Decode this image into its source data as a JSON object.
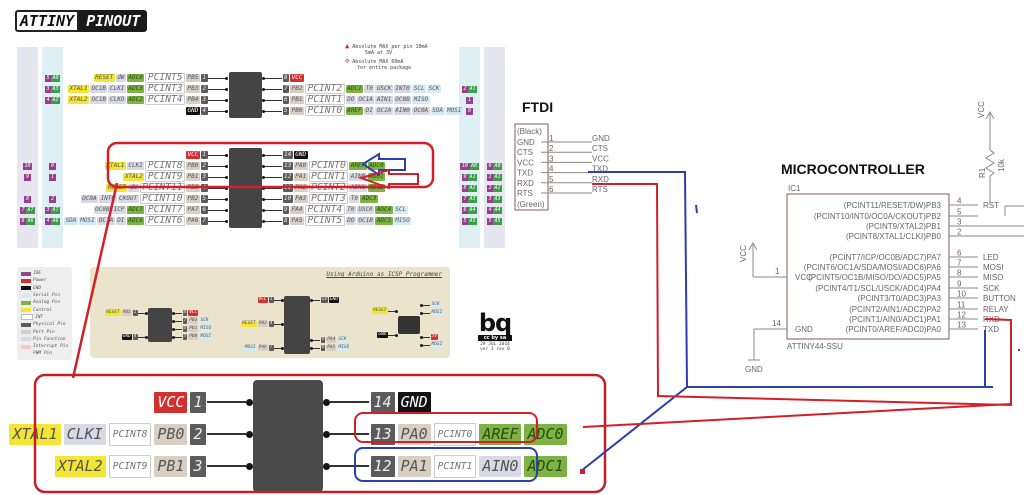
{
  "logo": {
    "left": "ATTINY",
    "right": "PINOUT"
  },
  "warnings": {
    "pin_max": "Absolute MAX per pin 10mA",
    "pin_max_3v": "5mA at 3V",
    "pkg_max": "Absolute MAX 60mA",
    "pkg_max_2": "for entire package"
  },
  "attiny85": {
    "left": [
      [
        [
          "ctrl",
          "RESET"
        ],
        [
          "func",
          "dW"
        ],
        [
          "analog",
          "ADC0"
        ],
        [
          "pcint",
          "PCINT5"
        ],
        [
          "port",
          "PB5"
        ],
        [
          "pin",
          "1"
        ]
      ],
      [
        [
          "ctrl",
          "XTAL1"
        ],
        [
          "func",
          "OC1B"
        ],
        [
          "func",
          "CLKI"
        ],
        [
          "analog",
          "ADC3"
        ],
        [
          "pcint",
          "PCINT3"
        ],
        [
          "port",
          "PB3"
        ],
        [
          "pin",
          "2"
        ]
      ],
      [
        [
          "ctrl",
          "XTAL2"
        ],
        [
          "func",
          "OC1B"
        ],
        [
          "func",
          "CLKO"
        ],
        [
          "analog",
          "ADC2"
        ],
        [
          "pcint",
          "PCINT4"
        ],
        [
          "port",
          "PB4"
        ],
        [
          "pin",
          "3"
        ]
      ],
      [
        [
          "gnd",
          "GND"
        ],
        [
          "pin",
          "4"
        ]
      ]
    ],
    "right": [
      [
        [
          "pin",
          "8"
        ],
        [
          "power",
          "VCC"
        ]
      ],
      [
        [
          "pin",
          "7"
        ],
        [
          "port",
          "PB2"
        ],
        [
          "pcint",
          "PCINT2"
        ],
        [
          "analog",
          "ADC1"
        ],
        [
          "func",
          "T0"
        ],
        [
          "func",
          "USCK"
        ],
        [
          "func",
          "INT0"
        ],
        [
          "serial",
          "SCL"
        ],
        [
          "serial",
          "SCK"
        ]
      ],
      [
        [
          "pin",
          "6"
        ],
        [
          "port",
          "PB1"
        ],
        [
          "pcint",
          "PCINT1"
        ],
        [
          "func",
          "DO"
        ],
        [
          "func",
          "OC1A"
        ],
        [
          "func",
          "AIN1"
        ],
        [
          "func",
          "OC0B"
        ],
        [
          "serial",
          "MISO"
        ]
      ],
      [
        [
          "pin",
          "5"
        ],
        [
          "port",
          "PB0"
        ],
        [
          "pcint",
          "PCINT0"
        ],
        [
          "analog",
          "AREF"
        ],
        [
          "func",
          "DI"
        ],
        [
          "func",
          "OC1A"
        ],
        [
          "func",
          "AIN0"
        ],
        [
          "func",
          "OC0A"
        ],
        [
          "serial",
          "SDA"
        ],
        [
          "serial",
          "MOSI"
        ]
      ]
    ]
  },
  "attiny84": {
    "left": [
      [
        [
          "power",
          "VCC"
        ],
        [
          "pin",
          "1"
        ]
      ],
      [
        [
          "ctrl",
          "XTAL1"
        ],
        [
          "func",
          "CLKI"
        ],
        [
          "pcint",
          "PCINT8"
        ],
        [
          "port",
          "PB0"
        ],
        [
          "pin",
          "2"
        ]
      ],
      [
        [
          "ctrl",
          "XTAL2"
        ],
        [
          "pcint",
          "PCINT9"
        ],
        [
          "port",
          "PB1"
        ],
        [
          "pin",
          "3"
        ]
      ],
      [
        [
          "ctrl",
          "RESET"
        ],
        [
          "func",
          "dW"
        ],
        [
          "pcint",
          "PCINT11"
        ],
        [
          "port",
          "PB3"
        ],
        [
          "pin",
          "4"
        ]
      ],
      [
        [
          "func",
          "OC0A"
        ],
        [
          "func",
          "INT0"
        ],
        [
          "func",
          "CKOUT"
        ],
        [
          "pcint",
          "PCINT10"
        ],
        [
          "port",
          "PB2"
        ],
        [
          "pin",
          "5"
        ]
      ],
      [
        [
          "func",
          "OC0B"
        ],
        [
          "func",
          "ICP"
        ],
        [
          "analog",
          "ADC7"
        ],
        [
          "pcint",
          "PCINT7"
        ],
        [
          "port",
          "PA7"
        ],
        [
          "pin",
          "6"
        ]
      ],
      [
        [
          "serial",
          "SDA"
        ],
        [
          "serial",
          "MOSI"
        ],
        [
          "func",
          "OC1A"
        ],
        [
          "func",
          "DI"
        ],
        [
          "analog",
          "ADC6"
        ],
        [
          "pcint",
          "PCINT6"
        ],
        [
          "port",
          "PA6"
        ],
        [
          "pin",
          "7"
        ]
      ]
    ],
    "right": [
      [
        [
          "pin",
          "14"
        ],
        [
          "gnd",
          "GND"
        ]
      ],
      [
        [
          "pin",
          "13"
        ],
        [
          "port",
          "PA0"
        ],
        [
          "pcint",
          "PCINT0"
        ],
        [
          "analog",
          "AREF"
        ],
        [
          "analog",
          "ADC0"
        ]
      ],
      [
        [
          "pin",
          "12"
        ],
        [
          "port",
          "PA1"
        ],
        [
          "pcint",
          "PCINT1"
        ],
        [
          "func",
          "AIN0"
        ],
        [
          "analog",
          "ADC1"
        ]
      ],
      [
        [
          "pin",
          "11"
        ],
        [
          "port",
          "PA2"
        ],
        [
          "pcint",
          "PCINT2"
        ],
        [
          "func",
          "AIN1"
        ],
        [
          "analog",
          "ADC2"
        ]
      ],
      [
        [
          "pin",
          "10"
        ],
        [
          "port",
          "PA3"
        ],
        [
          "pcint",
          "PCINT3"
        ],
        [
          "func",
          "T0"
        ],
        [
          "analog",
          "ADC3"
        ]
      ],
      [
        [
          "pin",
          "9"
        ],
        [
          "port",
          "PA4"
        ],
        [
          "pcint",
          "PCINT4"
        ],
        [
          "func",
          "T0"
        ],
        [
          "func",
          "USCK"
        ],
        [
          "analog",
          "ADC4"
        ],
        [
          "serial",
          "SCL"
        ]
      ],
      [
        [
          "pin",
          "8"
        ],
        [
          "port",
          "PA5"
        ],
        [
          "pcint",
          "PCINT5"
        ],
        [
          "func",
          "DO"
        ],
        [
          "func",
          "OC1B"
        ],
        [
          "analog",
          "ADC5"
        ],
        [
          "serial",
          "MISO"
        ]
      ]
    ]
  },
  "zoomed": {
    "left": [
      [
        [
          "power",
          "VCC"
        ],
        [
          "pin",
          "1"
        ]
      ],
      [
        [
          "ctrl",
          "XTAL1"
        ],
        [
          "func",
          "CLKI"
        ],
        [
          "pcint",
          "PCINT8"
        ],
        [
          "port",
          "PB0"
        ],
        [
          "pin",
          "2"
        ]
      ],
      [
        [
          "ctrl",
          "XTAL2"
        ],
        [
          "pcint",
          "PCINT9"
        ],
        [
          "port",
          "PB1"
        ],
        [
          "pin",
          "3"
        ]
      ]
    ],
    "right": [
      [
        [
          "pin",
          "14"
        ],
        [
          "gnd",
          "GND"
        ]
      ],
      [
        [
          "pin",
          "13"
        ],
        [
          "port",
          "PA0"
        ],
        [
          "pcint",
          "PCINT0"
        ],
        [
          "analog",
          "AREF"
        ],
        [
          "analog",
          "ADC0"
        ]
      ],
      [
        [
          "pin",
          "12"
        ],
        [
          "port",
          "PA1"
        ],
        [
          "pcint",
          "PCINT1"
        ],
        [
          "func",
          "AIN0"
        ],
        [
          "analog",
          "ADC1"
        ]
      ]
    ]
  },
  "arduino_pins": {
    "top_left": [
      [
        "5",
        "A0"
      ],
      [
        "3",
        "A3"
      ],
      [
        "4",
        "A2"
      ]
    ],
    "top_right": [
      [
        "2",
        "A1"
      ],
      [
        "1",
        ""
      ],
      [
        "0",
        ""
      ]
    ],
    "bot_left_1": [
      null,
      [
        "10",
        ""
      ],
      [
        "9",
        ""
      ],
      null,
      [
        "8",
        ""
      ],
      [
        "7",
        "A7"
      ],
      [
        "6",
        "A6"
      ]
    ],
    "bot_left_2": [
      null,
      [
        "0",
        ""
      ],
      [
        "1",
        ""
      ],
      null,
      [
        "2",
        ""
      ],
      [
        "3",
        "A7"
      ],
      [
        "4",
        "A6"
      ]
    ],
    "bot_right_1": [
      null,
      [
        "10",
        "A0"
      ],
      [
        "9",
        "A1"
      ],
      [
        "8",
        "A2"
      ],
      [
        "7",
        "A3"
      ],
      [
        "6",
        "A4"
      ],
      [
        "5",
        "A5"
      ]
    ],
    "bot_right_2": [
      null,
      [
        "0",
        "A0"
      ],
      [
        "1",
        "A1"
      ],
      [
        "2",
        "A2"
      ],
      [
        "3",
        "A3"
      ],
      [
        "4",
        "A4"
      ],
      [
        "5",
        "A5"
      ]
    ]
  },
  "legend": [
    {
      "label": "IDE",
      "color": "#8a4a8a"
    },
    {
      "label": "Power",
      "color": "#d32f2f"
    },
    {
      "label": "GND",
      "color": "#111111"
    },
    {
      "label": "Serial Pin",
      "color": "#d4eaf3"
    },
    {
      "label": "Analog Pin",
      "color": "#7cb342"
    },
    {
      "label": "Control",
      "color": "#f2e535"
    },
    {
      "label": "INT",
      "color": "#ffffff"
    },
    {
      "label": "Physical Pin",
      "color": "#5b5b5b"
    },
    {
      "label": "Port Pin",
      "color": "#d8cec4"
    },
    {
      "label": "Pin Function",
      "color": "#d9d9e6"
    },
    {
      "label": "Interrupt Pin",
      "color": "#f3c9c9"
    },
    {
      "label": "PWM Pin",
      "color": "#eeeeee"
    }
  ],
  "icsp": {
    "title": "Using Arduino as ICSP Programmer",
    "chip85_left": [
      [
        [
          "ctrl",
          "RESET"
        ],
        [
          "port",
          "PB5"
        ],
        [
          "pin",
          "1"
        ]
      ],
      null,
      null,
      [
        [
          "gnd",
          "GND"
        ],
        [
          "pin",
          "4"
        ]
      ]
    ],
    "chip85_right": [
      [
        [
          "pin",
          "8"
        ],
        [
          "power",
          "VCC"
        ]
      ],
      [
        [
          "pin",
          "7"
        ],
        [
          "port",
          "PB2"
        ],
        [
          "serial",
          "SCK"
        ]
      ],
      [
        [
          "pin",
          "6"
        ],
        [
          "port",
          "PB1"
        ],
        [
          "serial",
          "MISO"
        ]
      ],
      [
        [
          "pin",
          "5"
        ],
        [
          "port",
          "PB0"
        ],
        [
          "serial",
          "MOSI"
        ]
      ]
    ],
    "chip84_left": [
      [
        [
          "power",
          "VCC"
        ],
        [
          "pin",
          "1"
        ]
      ],
      null,
      null,
      [
        [
          "ctrl",
          "RESET"
        ],
        [
          "port",
          "PB3"
        ],
        [
          "pin",
          "4"
        ]
      ],
      null,
      null,
      [
        [
          "serial",
          "MOSI"
        ],
        [
          "port",
          "PA6"
        ],
        [
          "pin",
          "7"
        ]
      ]
    ],
    "chip84_right": [
      [
        [
          "pin",
          "14"
        ],
        [
          "gnd",
          "GND"
        ]
      ],
      null,
      null,
      null,
      null,
      [
        [
          "pin",
          "9"
        ],
        [
          "port",
          "PA4"
        ],
        [
          "serial",
          "SCK"
        ]
      ],
      [
        [
          "pin",
          "8"
        ],
        [
          "port",
          "PA5"
        ],
        [
          "serial",
          "MISO"
        ]
      ]
    ],
    "header_left": [
      [
        [
          "ctrl",
          "RESET"
        ]
      ],
      null,
      null,
      [
        [
          "gnd",
          "GND"
        ]
      ]
    ],
    "header_right": [
      [
        [
          "serial",
          "SCK"
        ]
      ],
      [
        [
          "serial",
          "MOSI"
        ]
      ],
      null,
      null,
      [
        [
          "power",
          "5V"
        ]
      ],
      [
        [
          "serial",
          "MOSI"
        ]
      ]
    ]
  },
  "bq": {
    "logo": "bq",
    "date": "29 JUL 2014",
    "version": "ver 3 rev 0",
    "license": "cc by sa"
  },
  "ftdi": {
    "title": "FTDI",
    "top_note": "(Black)",
    "bottom_note": "(Green)",
    "pins": [
      {
        "num": "1",
        "name": "GND",
        "net": "GND"
      },
      {
        "num": "2",
        "name": "CTS",
        "net": "CTS"
      },
      {
        "num": "3",
        "name": "VCC",
        "net": "VCC"
      },
      {
        "num": "4",
        "name": "TXD",
        "net": "TXD"
      },
      {
        "num": "5",
        "name": "RXD",
        "net": "RXD"
      },
      {
        "num": "6",
        "name": "RTS",
        "net": "RTS"
      }
    ]
  },
  "mcu": {
    "title": "MICROCONTROLLER",
    "ref": "IC1",
    "part": "ATTINY44-SSU",
    "vcc_pin": {
      "num": "1",
      "name": "VCC",
      "net": "VCC"
    },
    "gnd_pin": {
      "num": "14",
      "name": "GND",
      "net": "GND"
    },
    "pins": [
      {
        "func": "(PCINT11/RESET/DW)PB3",
        "num": "4",
        "net": "RST"
      },
      {
        "func": "(PCINT10/INT0/OC0A/CKOUT)PB2",
        "num": "5",
        "net": ""
      },
      {
        "func": "(PCINT9/XTAL2)PB1",
        "num": "3",
        "net": ""
      },
      {
        "func": "(PCINT8/XTAL1/CLKI)PB0",
        "num": "2",
        "net": ""
      },
      {
        "func": "(PCINT7/ICP/OC0B/ADC7)PA7",
        "num": "6",
        "net": "LED"
      },
      {
        "func": "(PCINT6/OC1A/SDA/MOSI/ADC6)PA6",
        "num": "7",
        "net": "MOSI"
      },
      {
        "func": "(PCINT5/OC1B/MISO/DO/ADC5)PA5",
        "num": "8",
        "net": "MISO"
      },
      {
        "func": "(PCINT4/T1/SCL/USCK/ADC4)PA4",
        "num": "9",
        "net": "SCK"
      },
      {
        "func": "(PCINT3/T0/ADC3)PA3",
        "num": "10",
        "net": "BUTTON"
      },
      {
        "func": "(PCINT2/AIN1/ADC2)PA2",
        "num": "11",
        "net": "RELAY"
      },
      {
        "func": "(PCINT1/AIN0/ADC1)PA1",
        "num": "12",
        "net": "RXD"
      },
      {
        "func": "(PCINT0/AREF/ADC0)PA0",
        "num": "13",
        "net": "TXD"
      }
    ],
    "resistor": {
      "ref": "R1",
      "value": "10k",
      "net": "VCC"
    }
  },
  "colors": {
    "annot_red": "#d0202a",
    "annot_blue": "#2a3fb0",
    "wire": "#8a7a7a"
  }
}
